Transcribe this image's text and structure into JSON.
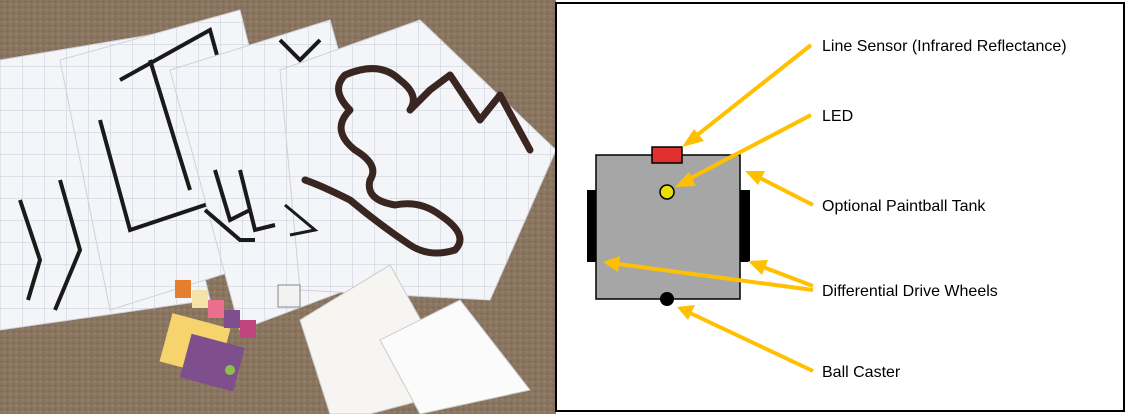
{
  "photo": {
    "description_icon": "photo-of-robot-mats-and-cards"
  },
  "diagram": {
    "labels": {
      "line_sensor": "Line Sensor (Infrared Reflectance)",
      "led": "LED",
      "paintball_tank": "Optional Paintball Tank",
      "drive_wheels": "Differential Drive Wheels",
      "ball_caster": "Ball Caster"
    },
    "colors": {
      "arrow": "#ffc000",
      "robot_body": "#a6a6a6",
      "sensor": "#e03030",
      "led": "#e8e000",
      "wheel": "#000000"
    }
  }
}
